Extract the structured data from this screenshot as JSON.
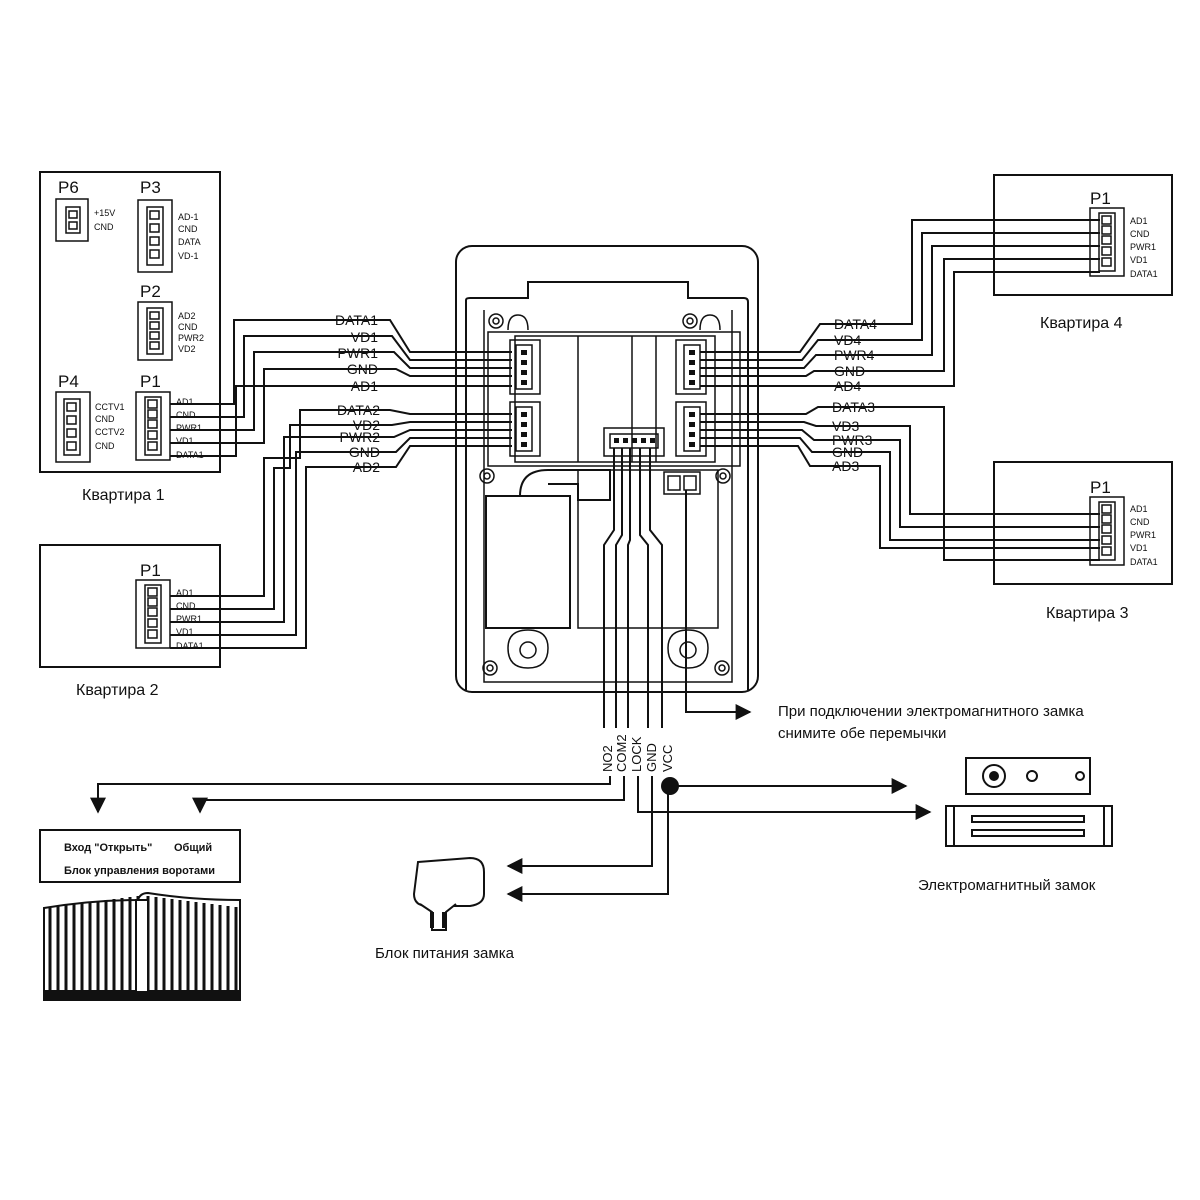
{
  "apt1": {
    "title": "Квартира 1",
    "p6": {
      "name": "P6",
      "pins": [
        "+15V",
        "CND"
      ]
    },
    "p3": {
      "name": "P3",
      "pins": [
        "AD-1",
        "CND",
        "DATA",
        "VD-1"
      ]
    },
    "p2": {
      "name": "P2",
      "pins": [
        "AD2",
        "CND",
        "PWR2",
        "VD2"
      ]
    },
    "p4": {
      "name": "P4",
      "pins": [
        "CCTV1",
        "CND",
        "CCTV2",
        "CND"
      ]
    },
    "p1": {
      "name": "P1",
      "pins": [
        "AD1",
        "CND",
        "PWR1",
        "VD1",
        "DATA1"
      ]
    }
  },
  "apt2": {
    "title": "Квартира 2",
    "p1": {
      "name": "P1",
      "pins": [
        "AD1",
        "CND",
        "PWR1",
        "VD1",
        "DATA1"
      ]
    }
  },
  "apt3": {
    "title": "Квартира 3",
    "p1": {
      "name": "P1",
      "pins": [
        "AD1",
        "CND",
        "PWR1",
        "VD1",
        "DATA1"
      ]
    }
  },
  "apt4": {
    "title": "Квартира 4",
    "p1": {
      "name": "P1",
      "pins": [
        "AD1",
        "CND",
        "PWR1",
        "VD1",
        "DATA1"
      ]
    }
  },
  "panel": {
    "left1": [
      "DATA1",
      "VD1",
      "PWR1",
      "GND",
      "AD1"
    ],
    "left2": [
      "DATA2",
      "VD2",
      "PWR2",
      "GND",
      "AD2"
    ],
    "right4": [
      "DATA4",
      "VD4",
      "PWR4",
      "GND",
      "AD4"
    ],
    "right3": [
      "DATA3",
      "VD3",
      "PWR3",
      "GND",
      "AD3"
    ],
    "bottom": [
      "NO2",
      "COM2",
      "LOCK",
      "GND",
      "VCC"
    ]
  },
  "notes": {
    "jumper_line1": "При подключении электромагнитного замка",
    "jumper_line2": "снимите обе перемычки"
  },
  "gate": {
    "input_open": "Вход \"Открыть\"",
    "common": "Общий",
    "controller": "Блок управления воротами"
  },
  "lock": {
    "label": "Электромагнитный замок"
  },
  "psu": {
    "label": "Блок питания замка"
  }
}
